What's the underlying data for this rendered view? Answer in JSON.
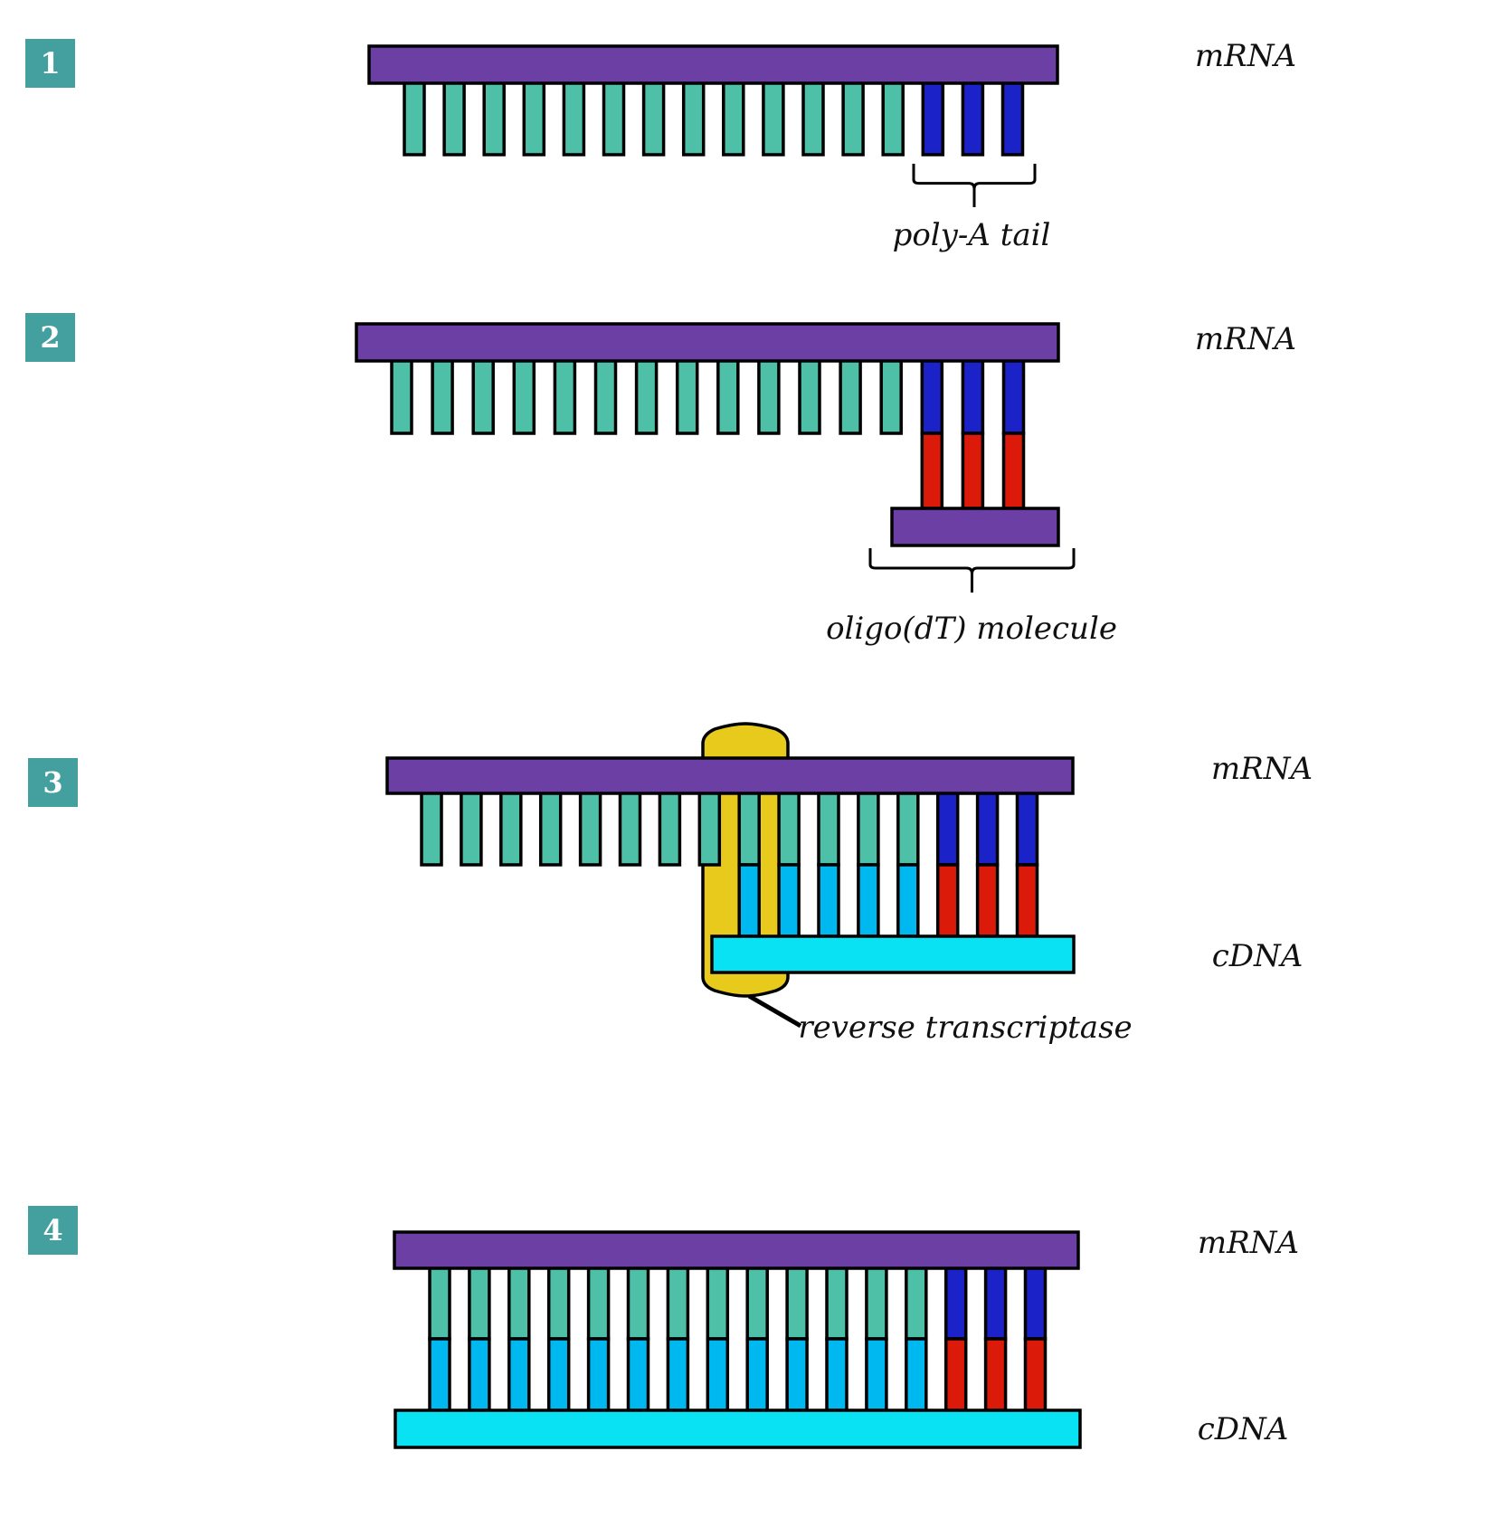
{
  "steps": [
    {
      "number": "1",
      "labels": {
        "strand": "mRNA",
        "annotation": "poly-A tail"
      },
      "nucleotides": {
        "mrna_bases": 13,
        "poly_a": 3
      }
    },
    {
      "number": "2",
      "labels": {
        "strand": "mRNA",
        "annotation": "oligo(dT) molecule"
      },
      "nucleotides": {
        "mrna_bases": 13,
        "poly_a": 3,
        "oligo_dt_paired": 3
      }
    },
    {
      "number": "3",
      "labels": {
        "strand": "mRNA",
        "cdna": "cDNA",
        "annotation": "reverse transcriptase"
      },
      "nucleotides": {
        "unpaired": 8,
        "paired_cdna": 5,
        "poly_a": 3
      }
    },
    {
      "number": "4",
      "labels": {
        "strand": "mRNA",
        "cdna": "cDNA"
      },
      "nucleotides": {
        "paired_cdna": 13,
        "poly_a": 3
      }
    }
  ],
  "colors": {
    "mrna_backbone": "#6c3fa5",
    "mrna_base": "#4fc0a8",
    "poly_a": "#1a22c8",
    "oligo_dt": "#dc1a0a",
    "cdna_base": "#00b8f0",
    "cdna_backbone": "#08e2f2",
    "enzyme": "#e8ca1c",
    "badge": "#43a09e"
  }
}
